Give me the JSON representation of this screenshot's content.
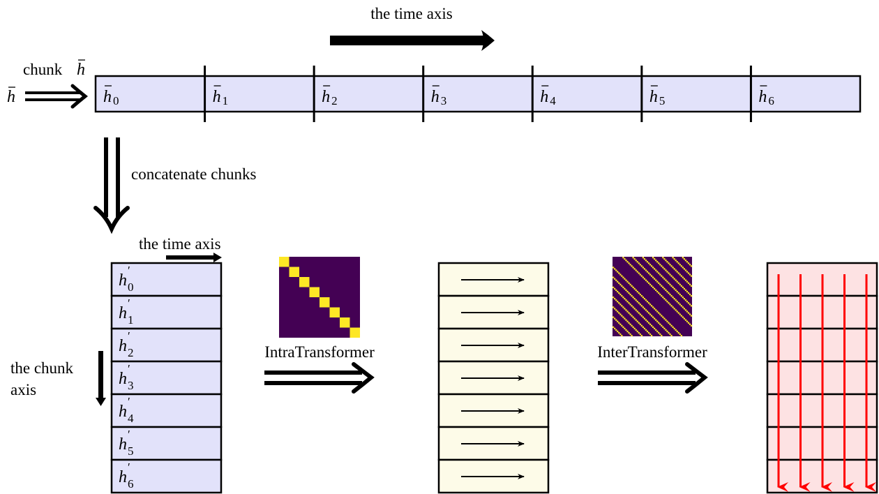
{
  "top": {
    "time_axis_label": "the time axis",
    "input_symbol": "h",
    "chunk_label": "chunk",
    "chunk_symbol": "h",
    "chunks": [
      {
        "symbol": "h",
        "index": "0"
      },
      {
        "symbol": "h",
        "index": "1"
      },
      {
        "symbol": "h",
        "index": "2"
      },
      {
        "symbol": "h",
        "index": "3"
      },
      {
        "symbol": "h",
        "index": "4"
      },
      {
        "symbol": "h",
        "index": "5"
      },
      {
        "symbol": "h",
        "index": "6"
      }
    ]
  },
  "concat": {
    "label": "concatenate chunks"
  },
  "stack": {
    "time_axis_label": "the time axis",
    "chunk_axis_label_line1": "the chunk",
    "chunk_axis_label_line2": "axis",
    "rows": [
      {
        "symbol": "h",
        "prime": "′",
        "index": "0"
      },
      {
        "symbol": "h",
        "prime": "′",
        "index": "1"
      },
      {
        "symbol": "h",
        "prime": "′",
        "index": "2"
      },
      {
        "symbol": "h",
        "prime": "′",
        "index": "3"
      },
      {
        "symbol": "h",
        "prime": "′",
        "index": "4"
      },
      {
        "symbol": "h",
        "prime": "′",
        "index": "5"
      },
      {
        "symbol": "h",
        "prime": "′",
        "index": "6"
      }
    ]
  },
  "intra": {
    "label": "IntraTransformer",
    "matrix_size": 8,
    "pattern": "diagonal"
  },
  "inter": {
    "label": "InterTransformer",
    "matrix_size": 56,
    "stride": 7,
    "pattern": "off-diagonals at multiples of stride"
  },
  "colors": {
    "chunk_fill": "#e2e2fa",
    "intra_out_fill": "#fdfbe8",
    "inter_out_fill": "#fde2e3",
    "matrix_bg": "#440154",
    "matrix_hi": "#fde725",
    "red_arrow": "#ff0000"
  }
}
